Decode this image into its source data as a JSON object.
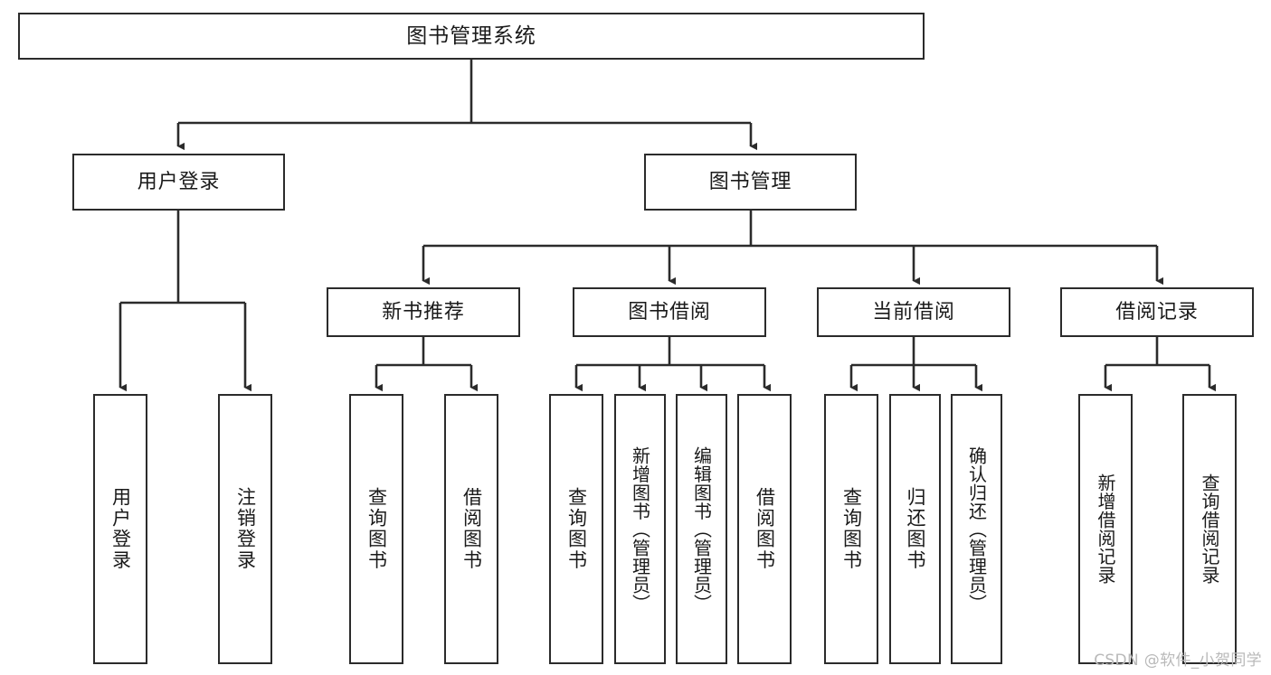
{
  "diagram": {
    "type": "tree",
    "title": "图书管理系统",
    "orientation": "top-down",
    "watermark": "CSDN @软件_小贺同学",
    "colors": {
      "box_border": "#2b2b2b",
      "box_fill": "#ffffff",
      "connector": "#2b2b2b",
      "text": "#1a1a1a",
      "watermark": "#b9b9b9",
      "background": "#ffffff"
    },
    "root": {
      "label": "图书管理系统"
    },
    "level2": [
      {
        "label": "用户登录"
      },
      {
        "label": "图书管理"
      }
    ],
    "level3": [
      {
        "label": "新书推荐"
      },
      {
        "label": "图书借阅"
      },
      {
        "label": "当前借阅"
      },
      {
        "label": "借阅记录"
      }
    ],
    "leaves": {
      "user_login": [
        {
          "label": "用户登录"
        },
        {
          "label": "注销登录"
        }
      ],
      "new_book_recommend": [
        {
          "label": "查询图书"
        },
        {
          "label": "借阅图书"
        }
      ],
      "book_borrow": [
        {
          "label": "查询图书"
        },
        {
          "label": "新增图书（管理员）"
        },
        {
          "label": "编辑图书（管理员）"
        },
        {
          "label": "借阅图书"
        }
      ],
      "current_borrow": [
        {
          "label": "查询图书"
        },
        {
          "label": "归还图书"
        },
        {
          "label": "确认归还（管理员）"
        }
      ],
      "borrow_record": [
        {
          "label": "新增借阅记录"
        },
        {
          "label": "查询借阅记录"
        }
      ]
    }
  }
}
